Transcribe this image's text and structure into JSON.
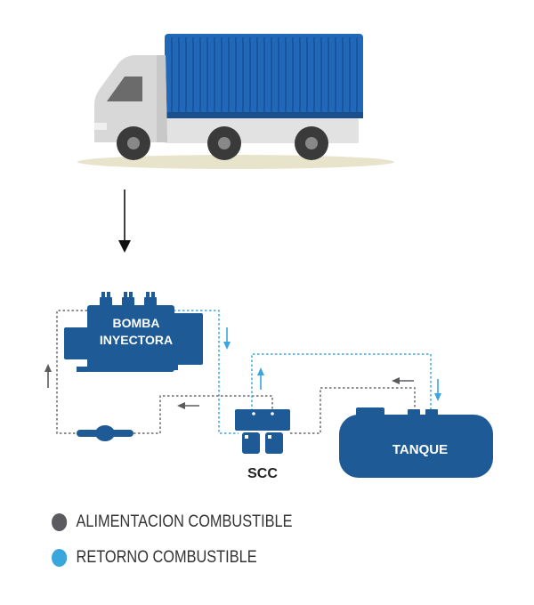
{
  "diagram": {
    "engine_label_line1": "BOMBA",
    "engine_label_line2": "INYECTORA",
    "scc_label": "SCC",
    "tank_label": "TANQUE"
  },
  "legend": [
    {
      "label": "ALIMENTACION COMBUSTIBLE",
      "color": "#5b5b5f"
    },
    {
      "label": "RETORNO COMBUSTIBLE",
      "color": "#3aa6de"
    }
  ],
  "colors": {
    "supply_line": "#5b5b5f",
    "return_line": "#3aa6de",
    "component_blue": "#1d5a96",
    "container_blue": "#2268b8",
    "truck_gray": "#dcdcdc",
    "ground": "#e8e4cc"
  }
}
